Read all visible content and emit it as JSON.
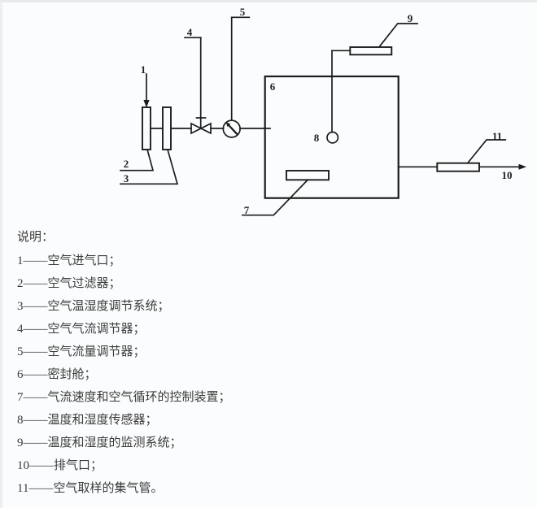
{
  "colors": {
    "line": "#1c1c1c",
    "text": "#3b3b3b",
    "background": "#fbfcfd",
    "border": "#e7e9ea"
  },
  "diagram": {
    "labels": [
      {
        "text": "1"
      },
      {
        "text": "2"
      },
      {
        "text": "3"
      },
      {
        "text": "4"
      },
      {
        "text": "5"
      },
      {
        "text": "6"
      },
      {
        "text": "7"
      },
      {
        "text": "8"
      },
      {
        "text": "9"
      },
      {
        "text": "10"
      },
      {
        "text": "11"
      }
    ]
  },
  "legend": {
    "title": "说明：",
    "items": [
      {
        "text": "1——空气进气口；"
      },
      {
        "text": "2——空气过滤器；"
      },
      {
        "text": "3——空气温湿度调节系统；"
      },
      {
        "text": "4——空气气流调节器；"
      },
      {
        "text": "5——空气流量调节器；"
      },
      {
        "text": "6——密封舱；"
      },
      {
        "text": "7——气流速度和空气循环的控制装置；"
      },
      {
        "text": "8——温度和湿度传感器；"
      },
      {
        "text": "9——温度和湿度的监测系统；"
      },
      {
        "text": "10——排气口；"
      },
      {
        "text": "11——空气取样的集气管。"
      }
    ]
  }
}
